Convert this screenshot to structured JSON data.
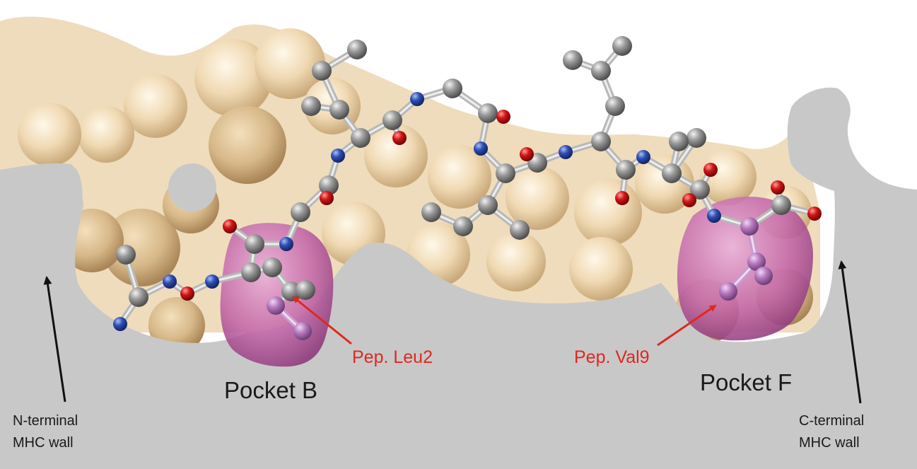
{
  "colors": {
    "background": "#ffffff",
    "mhc_cut_surface": "#c8c8c8",
    "groove_surface": "#e9d2ac",
    "pocket_surface": "#c263a8",
    "carbon": "#8d8d8d",
    "nitrogen": "#2f4fb8",
    "oxygen": "#d41414",
    "pocket_carbon": "#b77ac0",
    "annotation_red": "#e0281e",
    "annotation_black": "#111111"
  },
  "labels": {
    "pocket_b": "Pocket B",
    "pocket_f": "Pocket F",
    "leu2": "Pep. Leu2",
    "val9": "Pep. Val9",
    "n_terminal_line1": "N-terminal",
    "n_terminal_line2": "MHC wall",
    "c_terminal_line1": "C-terminal",
    "c_terminal_line2": "MHC wall"
  }
}
